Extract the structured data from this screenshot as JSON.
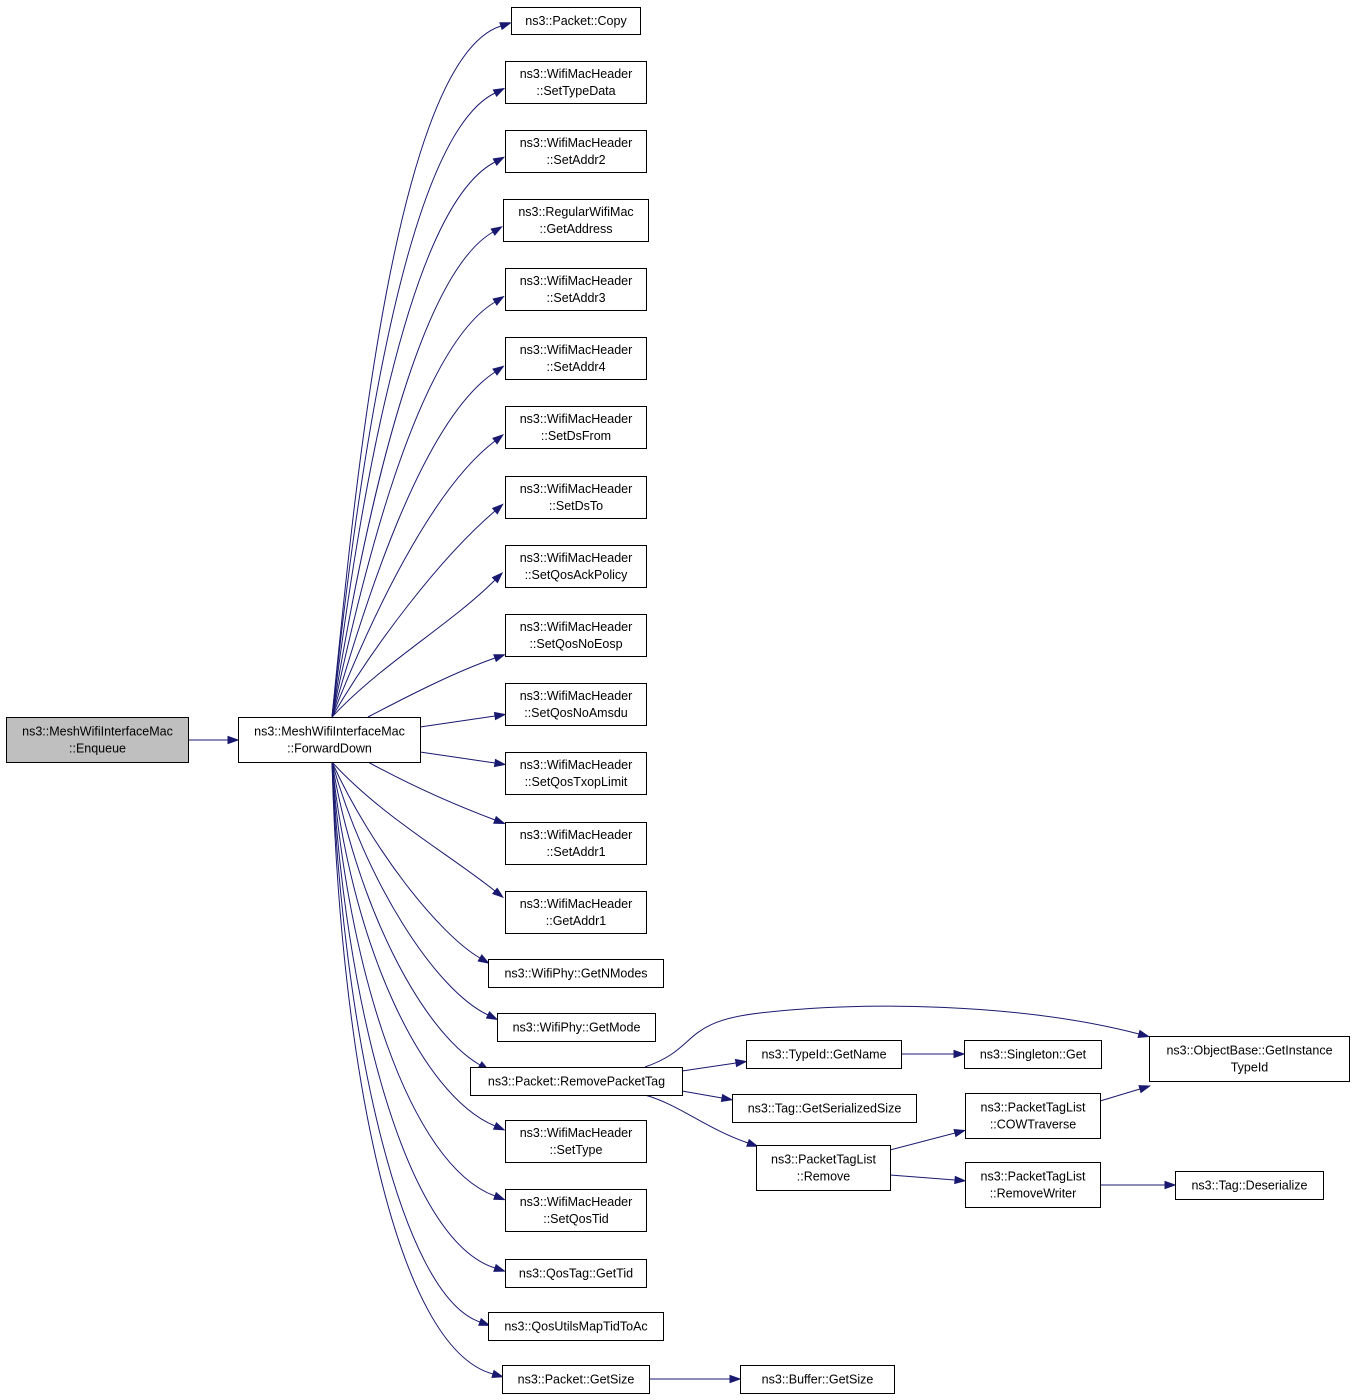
{
  "nodes": [
    {
      "id": "enqueue",
      "lines": [
        "ns3::MeshWifiInterfaceMac",
        "::Enqueue"
      ],
      "root": true
    },
    {
      "id": "forwarddown",
      "lines": [
        "ns3::MeshWifiInterfaceMac",
        "::ForwardDown"
      ]
    },
    {
      "id": "copy",
      "lines": [
        "ns3::Packet::Copy"
      ]
    },
    {
      "id": "settypedata",
      "lines": [
        "ns3::WifiMacHeader",
        "::SetTypeData"
      ]
    },
    {
      "id": "setaddr2",
      "lines": [
        "ns3::WifiMacHeader",
        "::SetAddr2"
      ]
    },
    {
      "id": "getaddress",
      "lines": [
        "ns3::RegularWifiMac",
        "::GetAddress"
      ]
    },
    {
      "id": "setaddr3",
      "lines": [
        "ns3::WifiMacHeader",
        "::SetAddr3"
      ]
    },
    {
      "id": "setaddr4",
      "lines": [
        "ns3::WifiMacHeader",
        "::SetAddr4"
      ]
    },
    {
      "id": "setdsfrom",
      "lines": [
        "ns3::WifiMacHeader",
        "::SetDsFrom"
      ]
    },
    {
      "id": "setdsto",
      "lines": [
        "ns3::WifiMacHeader",
        "::SetDsTo"
      ]
    },
    {
      "id": "setqosackpolicy",
      "lines": [
        "ns3::WifiMacHeader",
        "::SetQosAckPolicy"
      ]
    },
    {
      "id": "setqosnoeosp",
      "lines": [
        "ns3::WifiMacHeader",
        "::SetQosNoEosp"
      ]
    },
    {
      "id": "setqosnoamsdu",
      "lines": [
        "ns3::WifiMacHeader",
        "::SetQosNoAmsdu"
      ]
    },
    {
      "id": "setqostxoplimit",
      "lines": [
        "ns3::WifiMacHeader",
        "::SetQosTxopLimit"
      ]
    },
    {
      "id": "setaddr1",
      "lines": [
        "ns3::WifiMacHeader",
        "::SetAddr1"
      ]
    },
    {
      "id": "getaddr1",
      "lines": [
        "ns3::WifiMacHeader",
        "::GetAddr1"
      ]
    },
    {
      "id": "getnmodes",
      "lines": [
        "ns3::WifiPhy::GetNModes"
      ]
    },
    {
      "id": "getmode",
      "lines": [
        "ns3::WifiPhy::GetMode"
      ]
    },
    {
      "id": "removepackettag",
      "lines": [
        "ns3::Packet::RemovePacketTag"
      ]
    },
    {
      "id": "settype",
      "lines": [
        "ns3::WifiMacHeader",
        "::SetType"
      ]
    },
    {
      "id": "setqostid",
      "lines": [
        "ns3::WifiMacHeader",
        "::SetQosTid"
      ]
    },
    {
      "id": "gettid",
      "lines": [
        "ns3::QosTag::GetTid"
      ]
    },
    {
      "id": "qosutils",
      "lines": [
        "ns3::QosUtilsMapTidToAc"
      ]
    },
    {
      "id": "packetgetsize",
      "lines": [
        "ns3::Packet::GetSize"
      ]
    },
    {
      "id": "buffergetsize",
      "lines": [
        "ns3::Buffer::GetSize"
      ]
    },
    {
      "id": "typeidgetname",
      "lines": [
        "ns3::TypeId::GetName"
      ]
    },
    {
      "id": "singletonget",
      "lines": [
        "ns3::Singleton::Get"
      ]
    },
    {
      "id": "getinstancetypeid",
      "lines": [
        "ns3::ObjectBase::GetInstance",
        "TypeId"
      ]
    },
    {
      "id": "getserializedsize",
      "lines": [
        "ns3::Tag::GetSerializedSize"
      ]
    },
    {
      "id": "ptlremove",
      "lines": [
        "ns3::PacketTagList",
        "::Remove"
      ]
    },
    {
      "id": "cowtraverse",
      "lines": [
        "ns3::PacketTagList",
        "::COWTraverse"
      ]
    },
    {
      "id": "removewriter",
      "lines": [
        "ns3::PacketTagList",
        "::RemoveWriter"
      ]
    },
    {
      "id": "deserialize",
      "lines": [
        "ns3::Tag::Deserialize"
      ]
    }
  ],
  "edges": [
    {
      "from": "enqueue",
      "to": "forwarddown"
    },
    {
      "from": "forwarddown",
      "to": "copy"
    },
    {
      "from": "forwarddown",
      "to": "settypedata"
    },
    {
      "from": "forwarddown",
      "to": "setaddr2"
    },
    {
      "from": "forwarddown",
      "to": "getaddress"
    },
    {
      "from": "forwarddown",
      "to": "setaddr3"
    },
    {
      "from": "forwarddown",
      "to": "setaddr4"
    },
    {
      "from": "forwarddown",
      "to": "setdsfrom"
    },
    {
      "from": "forwarddown",
      "to": "setdsto"
    },
    {
      "from": "forwarddown",
      "to": "setqosackpolicy"
    },
    {
      "from": "forwarddown",
      "to": "setqosnoeosp"
    },
    {
      "from": "forwarddown",
      "to": "setqosnoamsdu"
    },
    {
      "from": "forwarddown",
      "to": "setqostxoplimit"
    },
    {
      "from": "forwarddown",
      "to": "setaddr1"
    },
    {
      "from": "forwarddown",
      "to": "getaddr1"
    },
    {
      "from": "forwarddown",
      "to": "getnmodes"
    },
    {
      "from": "forwarddown",
      "to": "getmode"
    },
    {
      "from": "forwarddown",
      "to": "removepackettag"
    },
    {
      "from": "forwarddown",
      "to": "settype"
    },
    {
      "from": "forwarddown",
      "to": "setqostid"
    },
    {
      "from": "forwarddown",
      "to": "gettid"
    },
    {
      "from": "forwarddown",
      "to": "qosutils"
    },
    {
      "from": "forwarddown",
      "to": "packetgetsize"
    },
    {
      "from": "packetgetsize",
      "to": "buffergetsize"
    },
    {
      "from": "removepackettag",
      "to": "typeidgetname"
    },
    {
      "from": "removepackettag",
      "to": "getinstancetypeid"
    },
    {
      "from": "removepackettag",
      "to": "getserializedsize"
    },
    {
      "from": "removepackettag",
      "to": "ptlremove"
    },
    {
      "from": "typeidgetname",
      "to": "singletonget"
    },
    {
      "from": "ptlremove",
      "to": "cowtraverse"
    },
    {
      "from": "ptlremove",
      "to": "removewriter"
    },
    {
      "from": "cowtraverse",
      "to": "getinstancetypeid"
    },
    {
      "from": "removewriter",
      "to": "deserialize"
    }
  ],
  "colors": {
    "edge": "#191970",
    "root_fill": "#bfbfbf",
    "node_fill": "#ffffff",
    "node_border": "#000000"
  }
}
